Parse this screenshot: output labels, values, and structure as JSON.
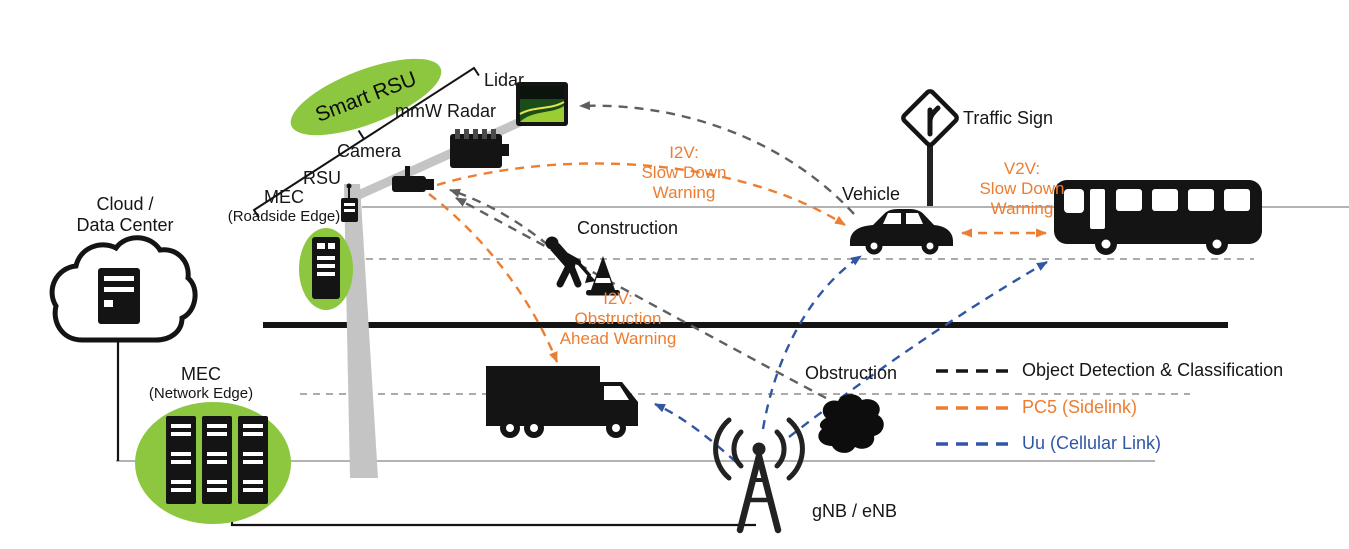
{
  "colors": {
    "green": "#8DC63F",
    "orange": "#ED7D31",
    "blue": "#3156A5",
    "gray_arrow": "#5f5f5f"
  },
  "labels": {
    "smart_rsu": "Smart RSU",
    "lidar": "Lidar",
    "mmw_radar": "mmW Radar",
    "camera": "Camera",
    "rsu": "RSU",
    "mec_roadside_line1": "MEC",
    "mec_roadside_line2": "(Roadside Edge)",
    "cloud_line1": "Cloud /",
    "cloud_line2": "Data Center",
    "mec_network_line1": "MEC",
    "mec_network_line2": "(Network Edge)",
    "construction": "Construction",
    "vehicle": "Vehicle",
    "traffic_sign": "Traffic Sign",
    "obstruction": "Obstruction",
    "gnb": "gNB / eNB"
  },
  "messages": {
    "i2v_slow": {
      "line1": "I2V:",
      "line2": "Slow Down",
      "line3": "Warning"
    },
    "v2v_slow": {
      "line1": "V2V:",
      "line2": "Slow Down",
      "line3": "Warning"
    },
    "i2v_obstruction": {
      "line1": "I2V:",
      "line2": "Obstruction",
      "line3": "Ahead Warning"
    }
  },
  "legend": {
    "object_detection": "Object Detection & Classification",
    "pc5": "PC5 (Sidelink)",
    "uu": "Uu (Cellular Link)"
  }
}
